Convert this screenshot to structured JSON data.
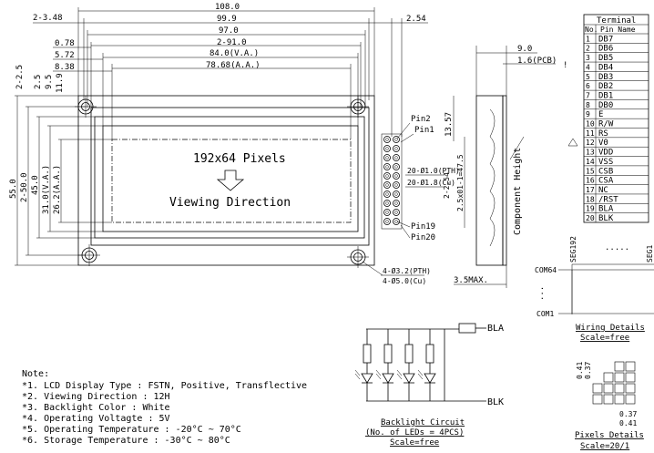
{
  "dimensions": {
    "top": [
      "108.0",
      "99.9",
      "97.0",
      "2-91.0",
      "84.0(V.A.)",
      "78.68(A.A.)"
    ],
    "top_left": [
      "2-3.48",
      "0.78",
      "5.72",
      "8.38"
    ],
    "top_right": "2.54",
    "left_rot": [
      "2-2.5",
      "2.5",
      "9.5",
      "11.9"
    ],
    "height_rot": [
      "55.0",
      "2-50.0",
      "45.0",
      "31.0(V.A.)",
      "26.2(A.A.)"
    ],
    "right_rot": [
      "13.57",
      "2-2.54",
      "2.5x01-1=47.5"
    ],
    "pin_notes": [
      "20-Ø1.0(PTH)",
      "20-Ø1.8(Cu)"
    ],
    "holes": [
      "4-Ø3.2(PTH)",
      "4-Ø5.0(Cu)"
    ],
    "side": [
      "9.0",
      "1.6(PCB)",
      "3.5MAX."
    ]
  },
  "display": {
    "pixels": "192x64 Pixels",
    "direction": "Viewing Direction"
  },
  "pins": [
    "Pin2",
    "Pin1",
    "Pin19",
    "Pin20"
  ],
  "component_height": "Component Height",
  "terminal": {
    "title": "Terminal",
    "headers": [
      "No.",
      "Pin Name"
    ],
    "rows": [
      [
        "1",
        "DB7"
      ],
      [
        "2",
        "DB6"
      ],
      [
        "3",
        "DB5"
      ],
      [
        "4",
        "DB4"
      ],
      [
        "5",
        "DB3"
      ],
      [
        "6",
        "DB2"
      ],
      [
        "7",
        "DB1"
      ],
      [
        "8",
        "DB0"
      ],
      [
        "9",
        "E"
      ],
      [
        "10",
        "R/W"
      ],
      [
        "11",
        "RS"
      ],
      [
        "12",
        "V0"
      ],
      [
        "13",
        "VDD"
      ],
      [
        "14",
        "VSS"
      ],
      [
        "15",
        "CSB"
      ],
      [
        "16",
        "CSA"
      ],
      [
        "17",
        "NC"
      ],
      [
        "18",
        "/RST"
      ],
      [
        "19",
        "BLA"
      ],
      [
        "20",
        "BLK"
      ]
    ]
  },
  "wiring": {
    "labels": [
      "SEG192",
      "SEG1",
      "COM64",
      "COM1"
    ],
    "caption1": "Wiring Details",
    "caption2": "Scale=free"
  },
  "pixels": {
    "dims": [
      "0.41",
      "0.37",
      "0.37",
      "0.41"
    ],
    "caption1": "Pixels Details",
    "caption2": "Scale=20/1"
  },
  "backlight": {
    "bla": "BLA",
    "blk": "BLK",
    "caption1": "Backlight Circuit",
    "caption2": "(No. of LEDs = 4PCS)",
    "caption3": "Scale=free"
  },
  "notes": {
    "title": "Note:",
    "items": [
      "*1. LCD Display Type : FSTN, Positive, Transflective",
      "*2. Viewing Direction : 12H",
      "*3. Backlight Color : White",
      "*4. Operating Voltagte : 5V",
      "*5. Operating Temperature : -20°C ~ 70°C",
      "*6. Storage Temperature : -30°C ~ 80°C"
    ]
  }
}
